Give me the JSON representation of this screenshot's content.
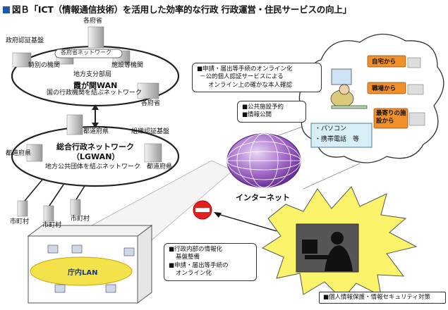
{
  "title": "図Ｂ「ICT（情報通信技術）を活用した効率的な行政 行政運営・住民サービスの向上」",
  "kasumigaseki": {
    "top_ministry": "各府省",
    "certification": "政府認証基盤",
    "network_band": "各府省ネットワーク",
    "special_org": "特別の機関",
    "facilities": "施設等機関",
    "branch": "地方支分部局",
    "wan_name": "霞が関WAN",
    "description": "国の行政機関を結ぶネットワーク",
    "bottom_ministry": "各府省"
  },
  "lgwan": {
    "prefecture_top": "都道府県",
    "certification": "組織認証基盤",
    "prefecture_left": "都道府県",
    "name_line1": "総合行政ネットワーク",
    "name_line2": "（LGWAN）",
    "prefecture_right": "都道府県",
    "description": "地方公共団体を結ぶネットワーク"
  },
  "municipalities": [
    "市町村",
    "市町村",
    "市町村"
  ],
  "lan": {
    "label": "庁内LAN",
    "notes": [
      "■行政内部の情報化",
      "基盤整備",
      "■申請・届出等手続の",
      "オンライン化"
    ]
  },
  "internet_label": "インターネット",
  "online_box": [
    "■申請・届出等手続のオンライン化",
    "－公的個人認証サービスによる",
    "オンライン上の確かな本人確認"
  ],
  "service_box": [
    "■公共施設予約",
    "■情報公開"
  ],
  "cloud": {
    "tags": [
      "自宅から",
      "職場から",
      "最寄りの施設から"
    ],
    "devices": [
      "・パソコン",
      "・携帯電話　等"
    ]
  },
  "security_box": "■個人情報保護・情報セキュリティ対策",
  "colors": {
    "title_square": "#1a5aa8",
    "globe": "#9b5fc0",
    "lan_disc": "#f3e24a",
    "tag_orange": "#f0902a",
    "burst": "#fbf36a",
    "no_entry": "#e22020"
  }
}
